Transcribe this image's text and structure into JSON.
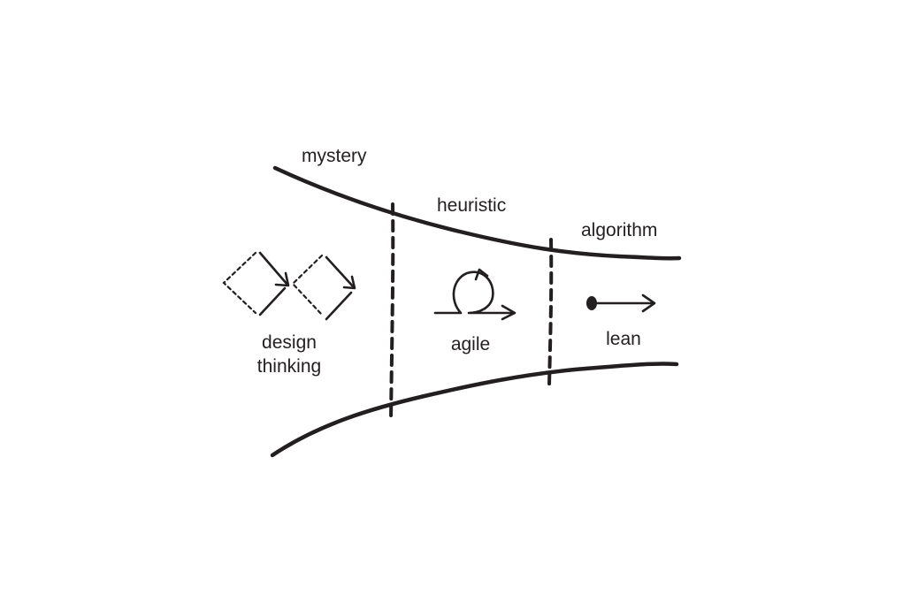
{
  "labels": {
    "mystery": "mystery",
    "heuristic": "heuristic",
    "algorithm": "algorithm",
    "design_line1": "design",
    "design_line2": "thinking",
    "agile": "agile",
    "lean": "lean"
  },
  "colors": {
    "ink": "#231f20",
    "background": "#ffffff"
  }
}
